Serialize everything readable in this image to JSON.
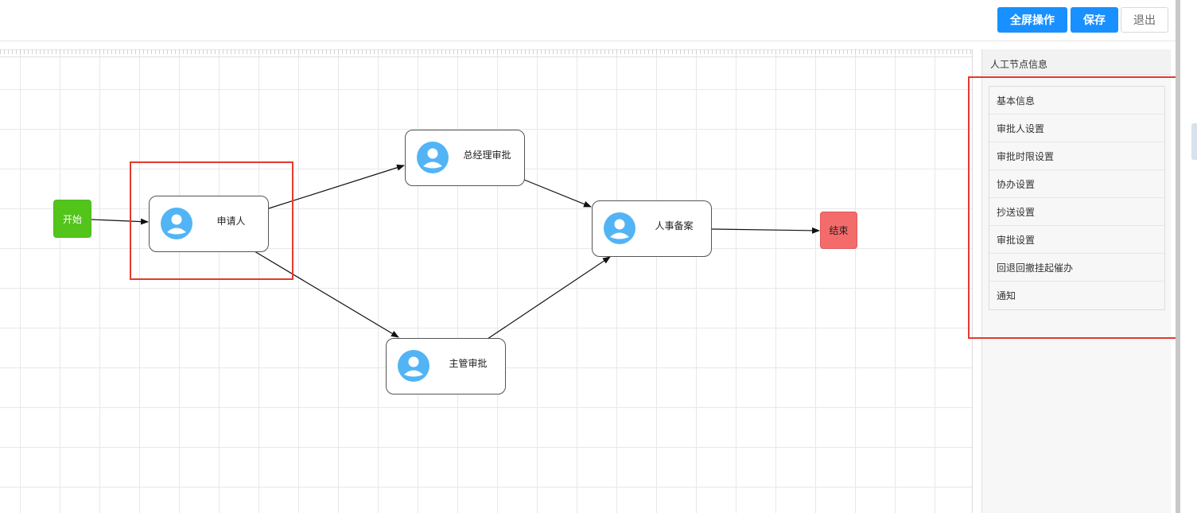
{
  "toolbar": {
    "fullscreen_label": "全屏操作",
    "save_label": "保存",
    "exit_label": "退出"
  },
  "flow": {
    "start_label": "开始",
    "end_label": "结束",
    "nodes": {
      "applicant": "申请人",
      "gm_approval": "总经理审批",
      "hr_record": "人事备案",
      "supervisor_approval": "主管审批"
    }
  },
  "panel": {
    "title": "人工节点信息",
    "items": [
      "基本信息",
      "审批人设置",
      "审批时限设置",
      "协办设置",
      "抄送设置",
      "审批设置",
      "回退回撤挂起催办",
      "通知"
    ]
  },
  "colors": {
    "primary": "#1890ff",
    "start": "#52c41a",
    "end": "#f46b6b",
    "avatar": "#52b4f5",
    "highlight": "#e33a2d"
  },
  "icons": {
    "avatar": "user-avatar-icon"
  }
}
